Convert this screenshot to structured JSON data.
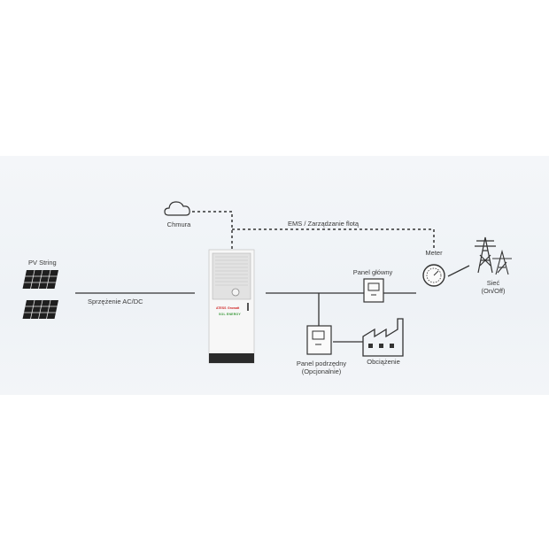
{
  "labels": {
    "pv_string": "PV String",
    "coupling": "Sprzężenie AC/DC",
    "cloud": "Chmura",
    "ems": "EMS / Zarządzanie flotą",
    "main_panel": "Panel główny",
    "meter": "Meter",
    "grid_line1": "Sieć",
    "grid_line2": "(On/Off)",
    "sub_panel_line1": "Panel podrzędny",
    "sub_panel_line2": "(Opcjonalnie)",
    "load": "Obciążenie"
  },
  "cabinet": {
    "brand_left": "ATESS",
    "brand_right": "Growatt",
    "product": "SOL ENERGY"
  },
  "colors": {
    "background_band": "#eef2f6",
    "line": "#333333",
    "cabinet_body": "#f7f7f7",
    "cabinet_base": "#2b2b2b",
    "brand_red": "#d02828",
    "product_green": "#3c9a3c"
  }
}
